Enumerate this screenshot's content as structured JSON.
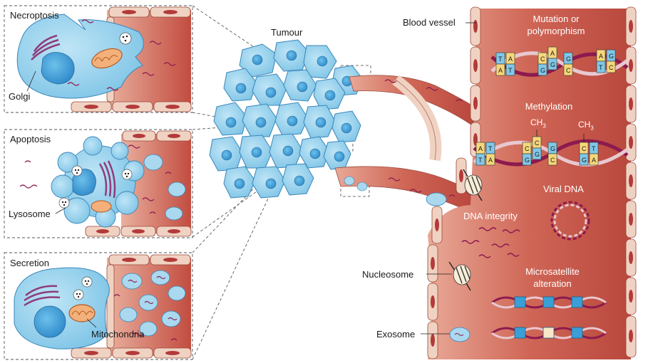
{
  "panels": {
    "necroptosis": "Necroptosis",
    "apoptosis": "Apoptosis",
    "secretion": "Secretion"
  },
  "labels": {
    "golgi": "Golgi",
    "lysosome": "Lysosome",
    "mitochondria": "Mitochondria",
    "tumour": "Tumour",
    "blood_vessel": "Blood vessel",
    "mutation_line1": "Mutation or",
    "mutation_line2": "polymorphism",
    "methylation": "Methylation",
    "ch3": "CH",
    "ch3_sub": "3",
    "viral_dna": "Viral DNA",
    "dna_integrity": "DNA integrity",
    "nucleosome": "Nucleosome",
    "microsatellite_line1": "Microsatellite",
    "microsatellite_line2": "alteration",
    "exosome": "Exosome"
  },
  "mutation_bases": {
    "pair1": [
      "T",
      "A"
    ],
    "pair2": [
      "A",
      "T"
    ],
    "pair3": [
      "C",
      "G"
    ],
    "pair4": [
      "A",
      "G"
    ],
    "pair5": [
      "G",
      "C"
    ],
    "pair6": [
      "A",
      "T"
    ],
    "pair7": [
      "G",
      "C"
    ]
  },
  "methylation_bases": {
    "pair1": [
      "A",
      "T"
    ],
    "pair2": [
      "T",
      "A"
    ],
    "pair3": [
      "C",
      "G"
    ],
    "pair4": [
      "C",
      "G"
    ],
    "pair5": [
      "G",
      "C"
    ],
    "pair6": [
      "C",
      "G"
    ],
    "pair7": [
      "T",
      "A"
    ]
  },
  "colors": {
    "vessel": "#c9564a",
    "vessel_light": "#e6a08e",
    "endothelium": "#f0d6c8",
    "cell_blue": "#8fcdea",
    "nucleus_blue": "#3a9fd6",
    "dna": "#8c1a4f",
    "base_A": "#f6d77a",
    "base_T": "#7fc8e8",
    "base_C": "#f6d77a",
    "base_G": "#7fc8e8"
  }
}
